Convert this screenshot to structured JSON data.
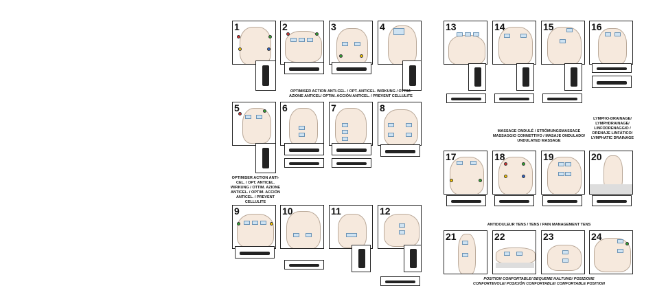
{
  "panels": [
    {
      "num": "1"
    },
    {
      "num": "2"
    },
    {
      "num": "3"
    },
    {
      "num": "4"
    },
    {
      "num": "5"
    },
    {
      "num": "6"
    },
    {
      "num": "7"
    },
    {
      "num": "8"
    },
    {
      "num": "9"
    },
    {
      "num": "10"
    },
    {
      "num": "11"
    },
    {
      "num": "12"
    },
    {
      "num": "13"
    },
    {
      "num": "14"
    },
    {
      "num": "15"
    },
    {
      "num": "16"
    },
    {
      "num": "17"
    },
    {
      "num": "18"
    },
    {
      "num": "19"
    },
    {
      "num": "20"
    },
    {
      "num": "21"
    },
    {
      "num": "22"
    },
    {
      "num": "23"
    },
    {
      "num": "24"
    }
  ],
  "captions": {
    "anticel_top": "OPTIMISER ACTION ANTI-CEL. / OPT. ANTICEL. WIRKUNG / OTTIM. AZIONE ANTICEL/ OPTIM. ACCIÓN ANTICEL. / PREVENT CELLULITE",
    "anticel_left": "OPTIMISER ACTION ANTI-CEL. / OPT. ANTICEL. WIRKUNG / OTTIM. AZIONE ANTICEL. / OPTIM. ACCIÓN ANTICEL. / PREVENT CELLULITE",
    "massage": "MASSAGE ONDULÉ / STRÖMUNGSMASSAGE MASSAGGIO CONNETTIVO / MASAJE ONDULADO/ UNDULATED MASSAGE",
    "lympho": "LYMPHO-DRAINAGE/ LYMPHDRAINAGE/ LINFODRENAGGIO / DRENAJE LINFÁTICO/ LYMPHATIC DRAINAGE",
    "tens": "ANTIDOULEUR TENS / TENS / PAIN MANAGEMENT TENS",
    "position": "POSITION CONFORTABLE/ BEQUEME HALTUNG/ POSIZIONE CONFORTEVOLE/ POSICIÓN CONFORTABLE/ COMFORTABLE POSITION"
  }
}
